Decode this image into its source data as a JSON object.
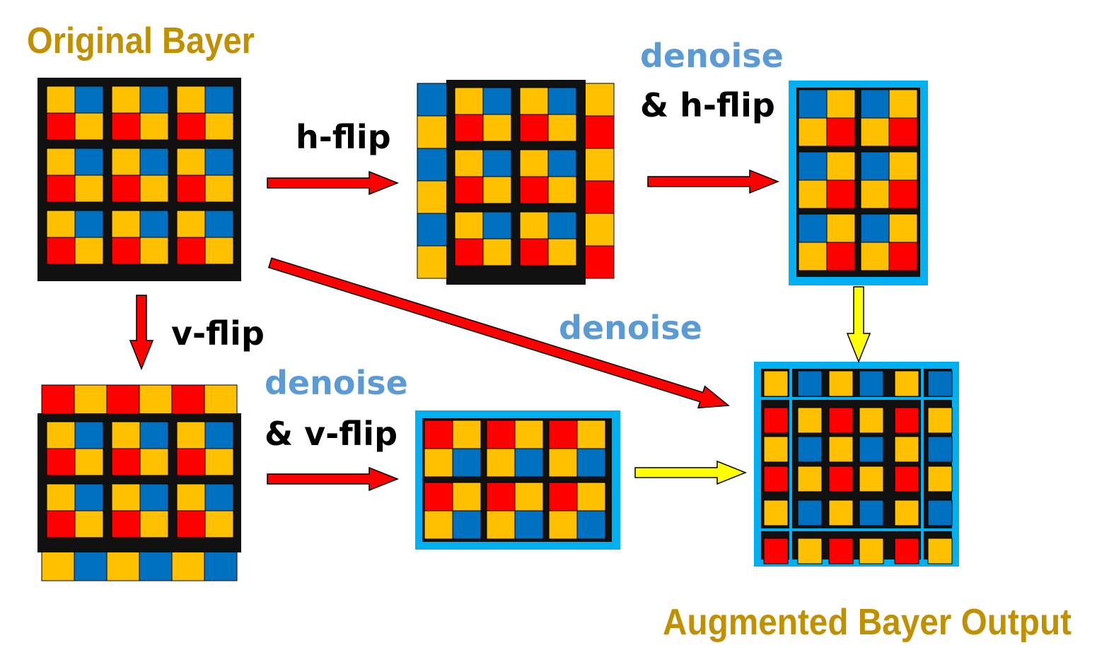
{
  "labels": {
    "original": "Original Bayer",
    "hflip": "h-flip",
    "vflip": "v-flip",
    "denoise_top": "denoise",
    "hflip_after_denoise": "& h-flip",
    "denoise_mid": "denoise",
    "denoise_bottom": "denoise",
    "vflip_after_denoise": "& v-flip",
    "output": "Augmented Bayer Output"
  },
  "colors": {
    "red": "#ff0000",
    "yellow": "#ffc000",
    "blue": "#0070c0",
    "grid": "#111111",
    "frame": "#00b0f0",
    "title_gold": "#c09000",
    "denoise_blue": "#5b9bd5",
    "arrow_red": "#ff0000",
    "arrow_yellow": "#ffff00"
  },
  "patterns": {
    "original_rggb": [
      [
        "Y",
        "B"
      ],
      [
        "R",
        "Y"
      ]
    ],
    "hflip": [
      [
        "B",
        "Y"
      ],
      [
        "Y",
        "R"
      ]
    ],
    "vflip": [
      [
        "R",
        "Y"
      ],
      [
        "Y",
        "B"
      ]
    ]
  }
}
